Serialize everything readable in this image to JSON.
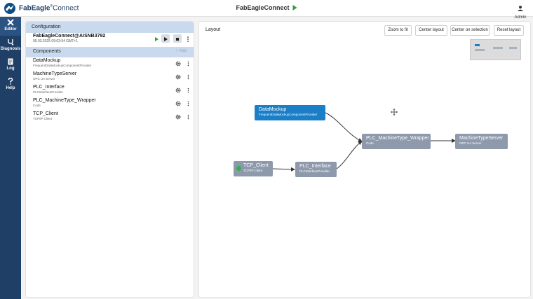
{
  "app": {
    "brand_name": "FabEagle",
    "brand_suffix": "Connect",
    "brand_mark": "®",
    "title": "FabEagleConnect",
    "user_label": "Admin"
  },
  "nav": {
    "items": [
      {
        "label": "Editor",
        "icon": "tools-icon",
        "active": true
      },
      {
        "label": "Diagnosis",
        "icon": "stethoscope-icon",
        "active": false
      },
      {
        "label": "Log",
        "icon": "document-icon",
        "active": false
      },
      {
        "label": "Help",
        "icon": "question-icon",
        "active": false
      }
    ]
  },
  "config": {
    "header": "Configuration",
    "connection_name": "FabEagleConnect@AISNB3792",
    "connection_time": "05.03.2025 09:03:54 GMT+1",
    "components_header": "Components",
    "add_label": "+ Add",
    "components": [
      {
        "name": "DataMockup",
        "provider": "FrequentDataMockupComponentProvider"
      },
      {
        "name": "MachineTypeServer",
        "provider": "OPC UA Server"
      },
      {
        "name": "PLC_Interface",
        "provider": "PLCInterfaceProvider"
      },
      {
        "name": "PLC_MachineType_Wrapper",
        "provider": "Code"
      },
      {
        "name": "TCP_Client",
        "provider": "TCP/IP Client"
      }
    ]
  },
  "layout": {
    "title": "Layout",
    "zoom_to_fit": "Zoom to fit",
    "center_layout": "Center layout",
    "center_on_selection": "Center on selection",
    "reset_layout": "Reset layout",
    "nodes": {
      "datamockup": {
        "title": "DataMockup",
        "sub": "FrequentDataMockupComponentProvider"
      },
      "wrapper": {
        "title": "PLC_MachineType_Wrapper",
        "sub": "Code"
      },
      "server": {
        "title": "MachineTypeServer",
        "sub": "OPC UA Server"
      },
      "tcp": {
        "title": "TCP_Client",
        "sub": "TCP/IP Client",
        "status": "connected"
      },
      "plc": {
        "title": "PLC_Interface",
        "sub": "PLCInterfaceProvider"
      }
    }
  },
  "colors": {
    "nav_bg": "#1f3f66",
    "panel_header": "#c9daee",
    "node_selected": "#1b7fc7",
    "node_default": "#8e9aac",
    "run_green": "#2e9e3f",
    "status_green": "#2fb34a"
  }
}
